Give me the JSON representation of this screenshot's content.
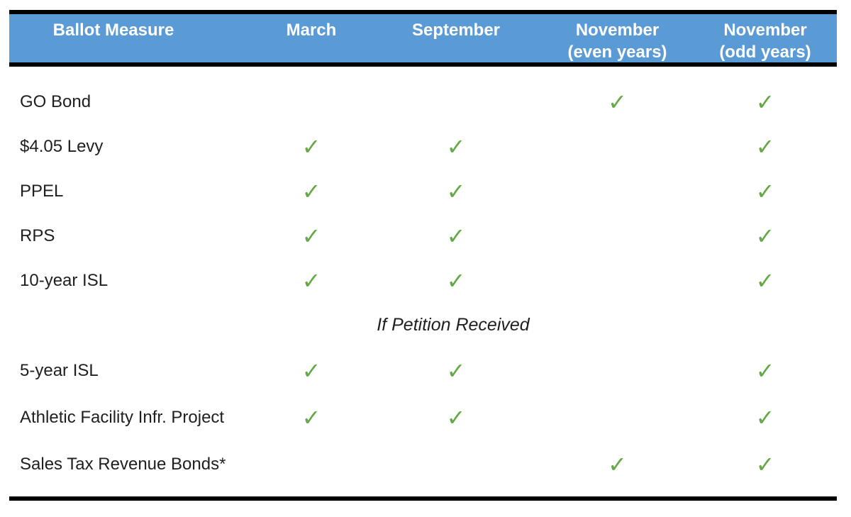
{
  "theme": {
    "header_bg": "#5b9bd5",
    "header_text": "#ffffff",
    "body_text": "#1f1f1f",
    "border_color": "#000000",
    "check_color": "#63a945"
  },
  "table": {
    "header": [
      {
        "line1": "Ballot Measure",
        "line2": ""
      },
      {
        "line1": "March",
        "line2": ""
      },
      {
        "line1": "September",
        "line2": ""
      },
      {
        "line1": "November",
        "line2": "(even years)"
      },
      {
        "line1": "November",
        "line2": "(odd years)"
      }
    ],
    "rows": [
      {
        "label": "GO Bond",
        "cells": [
          "",
          "",
          "✓",
          "✓"
        ]
      },
      {
        "label": "$4.05 Levy",
        "cells": [
          "✓",
          "✓",
          "",
          "✓"
        ]
      },
      {
        "label": "PPEL",
        "cells": [
          "✓",
          "✓",
          "",
          "✓"
        ]
      },
      {
        "label": "RPS",
        "cells": [
          "✓",
          "✓",
          "",
          "✓"
        ]
      },
      {
        "label": "10-year ISL",
        "cells": [
          "✓",
          "✓",
          "",
          "✓"
        ]
      },
      {
        "label": "5-year ISL",
        "cells": [
          "✓",
          "✓",
          "",
          "✓"
        ]
      },
      {
        "label": "Athletic Facility Infr. Project",
        "cells": [
          "✓",
          "✓",
          "",
          "✓"
        ]
      },
      {
        "label": "Sales Tax Revenue Bonds*",
        "cells": [
          "",
          "",
          "✓",
          "✓"
        ]
      }
    ],
    "section_divider": "If Petition Received"
  }
}
